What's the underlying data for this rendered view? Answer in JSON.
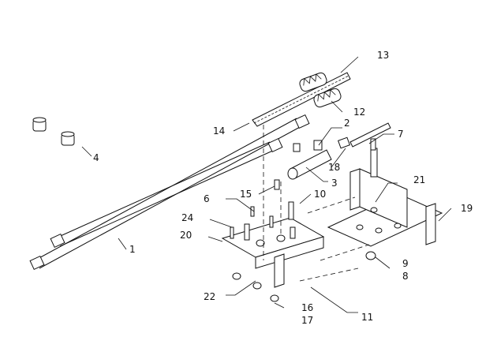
{
  "callouts": [
    "1",
    "2",
    "3",
    "4",
    "6",
    "7",
    "8",
    "9",
    "10",
    "11",
    "12",
    "13",
    "14",
    "15",
    "16",
    "17",
    "18",
    "19",
    "20",
    "21",
    "22",
    "24"
  ]
}
